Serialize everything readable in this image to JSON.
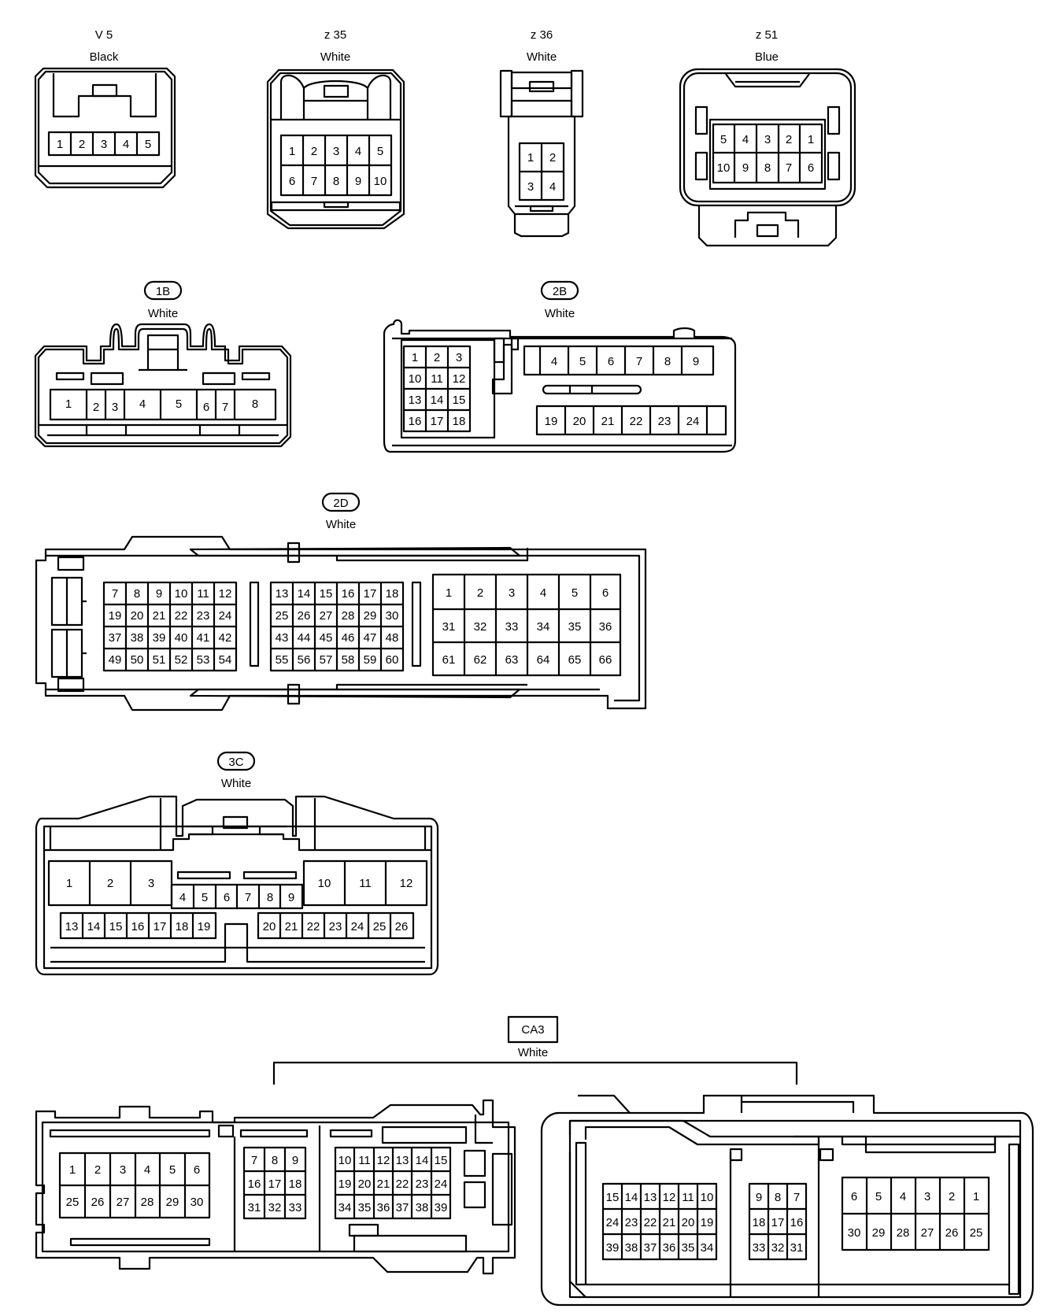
{
  "connectors": [
    {
      "id": "V 5",
      "color": "Black",
      "rows": [
        [
          "1",
          "2",
          "3",
          "4",
          "5"
        ]
      ]
    },
    {
      "id": "z 35",
      "color": "White",
      "rows": [
        [
          "1",
          "2",
          "3",
          "4",
          "5"
        ],
        [
          "6",
          "7",
          "8",
          "9",
          "10"
        ]
      ]
    },
    {
      "id": "z 36",
      "color": "White",
      "rows": [
        [
          "1",
          "2"
        ],
        [
          "3",
          "4"
        ]
      ]
    },
    {
      "id": "z 51",
      "color": "Blue",
      "rows": [
        [
          "5",
          "4",
          "3",
          "2",
          "1"
        ],
        [
          "10",
          "9",
          "8",
          "7",
          "6"
        ]
      ]
    },
    {
      "id": "1B",
      "color": "White",
      "rows": [
        [
          "1",
          "2",
          "3",
          "4",
          "5",
          "6",
          "7",
          "8"
        ]
      ]
    },
    {
      "id": "2B",
      "color": "White",
      "rows": [
        [
          "1",
          "2",
          "3"
        ],
        [
          "10",
          "11",
          "12"
        ],
        [
          "13",
          "14",
          "15"
        ],
        [
          "16",
          "17",
          "18"
        ],
        [
          "4",
          "5",
          "6",
          "7",
          "8",
          "9"
        ],
        [
          "19",
          "20",
          "21",
          "22",
          "23",
          "24"
        ]
      ]
    },
    {
      "id": "2D",
      "color": "White",
      "rows": [
        [
          "7",
          "8",
          "9",
          "10",
          "11",
          "12"
        ],
        [
          "19",
          "20",
          "21",
          "22",
          "23",
          "24"
        ],
        [
          "37",
          "38",
          "39",
          "40",
          "41",
          "42"
        ],
        [
          "49",
          "50",
          "51",
          "52",
          "53",
          "54"
        ],
        [
          "13",
          "14",
          "15",
          "16",
          "17",
          "18"
        ],
        [
          "25",
          "26",
          "27",
          "28",
          "29",
          "30"
        ],
        [
          "43",
          "44",
          "45",
          "46",
          "47",
          "48"
        ],
        [
          "55",
          "56",
          "57",
          "58",
          "59",
          "60"
        ],
        [
          "1",
          "2",
          "3",
          "4",
          "5",
          "6"
        ],
        [
          "31",
          "32",
          "33",
          "34",
          "35",
          "36"
        ],
        [
          "61",
          "62",
          "63",
          "64",
          "65",
          "66"
        ]
      ]
    },
    {
      "id": "3C",
      "color": "White",
      "rows": [
        [
          "1",
          "2",
          "3"
        ],
        [
          "4",
          "5",
          "6",
          "7",
          "8",
          "9"
        ],
        [
          "10",
          "11",
          "12"
        ],
        [
          "13",
          "14",
          "15",
          "16",
          "17",
          "18",
          "19"
        ],
        [
          "20",
          "21",
          "22",
          "23",
          "24",
          "25",
          "26"
        ]
      ]
    },
    {
      "id": "CA3",
      "color": "White",
      "rows": [
        [
          "1",
          "2",
          "3",
          "4",
          "5",
          "6"
        ],
        [
          "25",
          "26",
          "27",
          "28",
          "29",
          "30"
        ],
        [
          "7",
          "8",
          "9"
        ],
        [
          "16",
          "17",
          "18"
        ],
        [
          "31",
          "32",
          "33"
        ],
        [
          "10",
          "11",
          "12",
          "13",
          "14",
          "15"
        ],
        [
          "19",
          "20",
          "21",
          "22",
          "23",
          "24"
        ],
        [
          "34",
          "35",
          "36",
          "37",
          "38",
          "39"
        ],
        [
          "15",
          "14",
          "13",
          "12",
          "11",
          "10"
        ],
        [
          "24",
          "23",
          "22",
          "21",
          "20",
          "19"
        ],
        [
          "39",
          "38",
          "37",
          "36",
          "35",
          "34"
        ],
        [
          "9",
          "8",
          "7"
        ],
        [
          "18",
          "17",
          "16"
        ],
        [
          "33",
          "32",
          "31"
        ],
        [
          "6",
          "5",
          "4",
          "3",
          "2",
          "1"
        ],
        [
          "30",
          "29",
          "28",
          "27",
          "26",
          "25"
        ]
      ]
    }
  ]
}
